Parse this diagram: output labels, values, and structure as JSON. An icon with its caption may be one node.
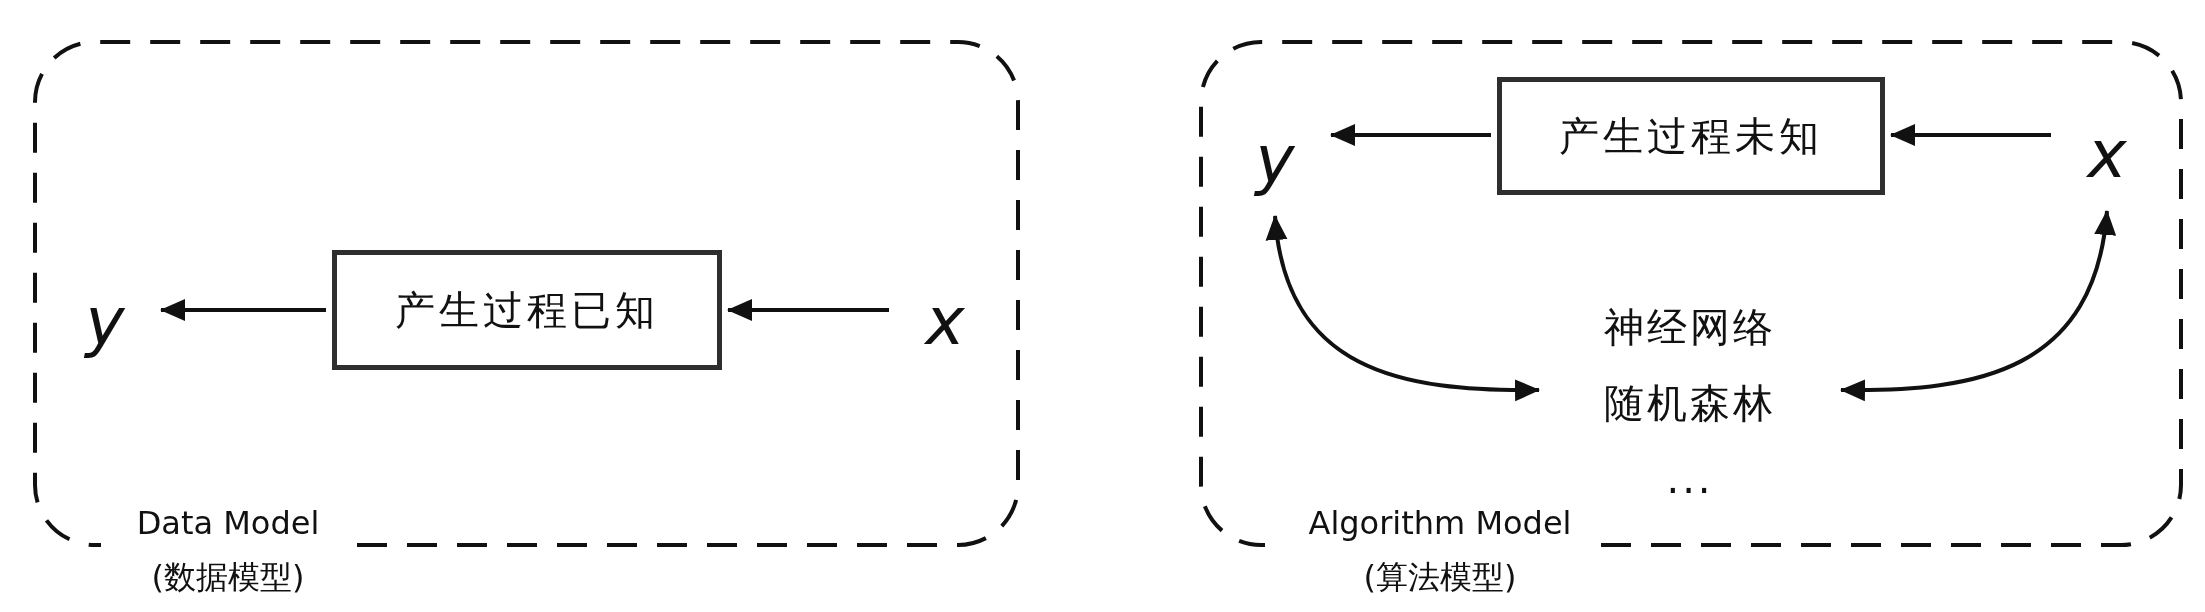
{
  "diagram": {
    "nodes": [
      {
        "text": [
          "Data Model (数据模型)"
        ]
      },
      {
        "text": [
          "产生过程已知"
        ],
        "in": 0
      },
      {
        "text": [
          "y"
        ],
        "in": 0
      },
      {
        "text": [
          "x"
        ],
        "in": 0
      },
      {
        "text": [
          "Algorithm Model (算法模型)"
        ]
      },
      {
        "text": [
          "产生过程未知"
        ],
        "in": 4
      },
      {
        "text": [
          "y"
        ],
        "in": 4
      },
      {
        "text": [
          "x"
        ],
        "in": 4
      },
      {
        "text": [
          "神经网络",
          "随机森林",
          "..."
        ],
        "in": 4
      }
    ],
    "edges": [
      {
        "from": 1,
        "to": 2,
        "arrow": "to"
      },
      {
        "from": 3,
        "to": 1,
        "arrow": "to"
      },
      {
        "from": 5,
        "to": 6,
        "arrow": "to"
      },
      {
        "from": 7,
        "to": 5,
        "arrow": "to"
      },
      {
        "from": 6,
        "to": 8,
        "arrow": "both"
      },
      {
        "from": 7,
        "to": 8,
        "arrow": "both"
      }
    ]
  }
}
